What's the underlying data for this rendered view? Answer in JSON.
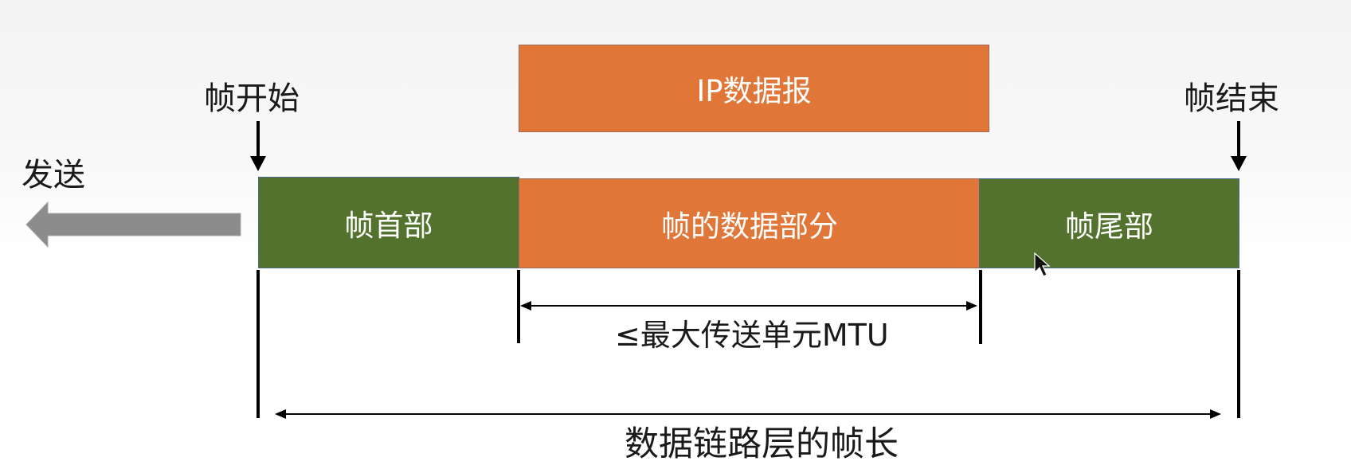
{
  "diagram": {
    "ip_datagram": "IP数据报",
    "frame_start": "帧开始",
    "frame_end": "帧结束",
    "send": "发送",
    "frame_header": "帧首部",
    "frame_data": "帧的数据部分",
    "frame_trailer": "帧尾部",
    "mtu_label": "≤最大传送单元MTU",
    "frame_length": "数据链路层的帧长"
  },
  "colors": {
    "orange": "#e07638",
    "green": "#53722e",
    "arrow_gray": "#8c8c8c"
  },
  "icons": {
    "cursor": "mouse-cursor-icon",
    "send_arrow": "left-arrow-icon"
  }
}
